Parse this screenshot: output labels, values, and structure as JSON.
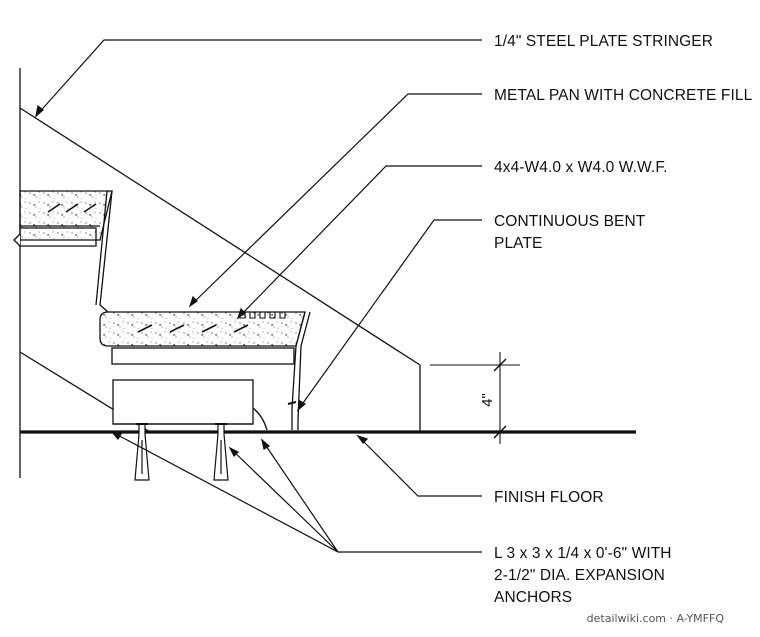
{
  "callouts": {
    "stringer": "1/4\" STEEL PLATE STRINGER",
    "metal_pan": "METAL PAN WITH CONCRETE FILL",
    "wwf": "4x4-W4.0 x W4.0 W.W.F.",
    "bent_plate_line1": "CONTINUOUS BENT",
    "bent_plate_line2": "PLATE",
    "finish_floor": "FINISH FLOOR",
    "angle_line1": "L 3 x 3 x 1/4 x 0'-6\" WITH",
    "angle_line2": "2-1/2\" DIA. EXPANSION",
    "angle_line3": "ANCHORS"
  },
  "dimension": {
    "height": "4\""
  },
  "footer": {
    "watermark": "detailwiki.com · A-YMFFQ"
  }
}
